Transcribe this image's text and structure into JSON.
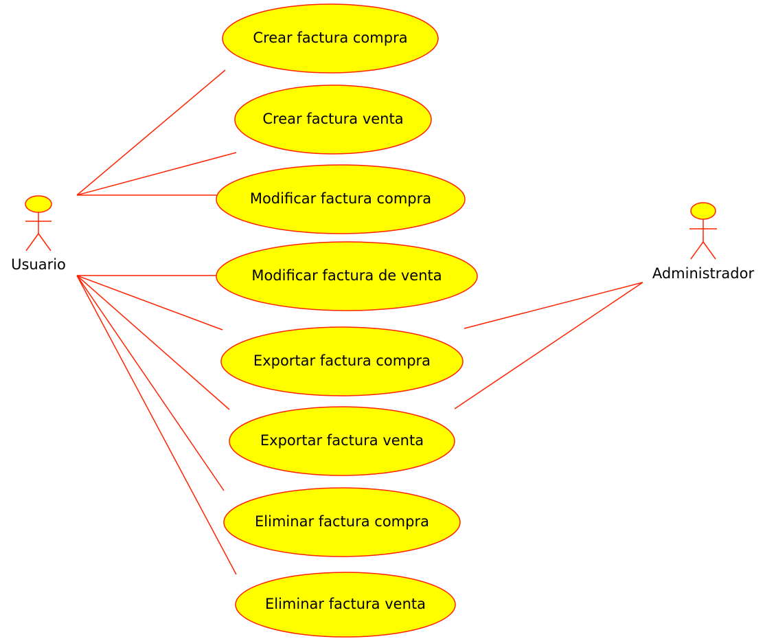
{
  "colors": {
    "line": "#ff2200",
    "usecase_fill": "#ffff00",
    "usecase_stroke": "#ff2200",
    "actor_fill": "#ffff00",
    "background": "#ffffff"
  },
  "actors": [
    {
      "id": "usuario",
      "label": "Usuario"
    },
    {
      "id": "administrador",
      "label": "Administrador"
    }
  ],
  "use_cases": [
    {
      "id": "uc1",
      "label": "Crear factura compra"
    },
    {
      "id": "uc2",
      "label": "Crear factura venta"
    },
    {
      "id": "uc3",
      "label": "Modificar factura compra"
    },
    {
      "id": "uc4",
      "label": "Modificar factura de venta"
    },
    {
      "id": "uc5",
      "label": "Exportar factura compra"
    },
    {
      "id": "uc6",
      "label": "Exportar factura venta"
    },
    {
      "id": "uc7",
      "label": "Eliminar factura compra"
    },
    {
      "id": "uc8",
      "label": "Eliminar factura venta"
    }
  ]
}
